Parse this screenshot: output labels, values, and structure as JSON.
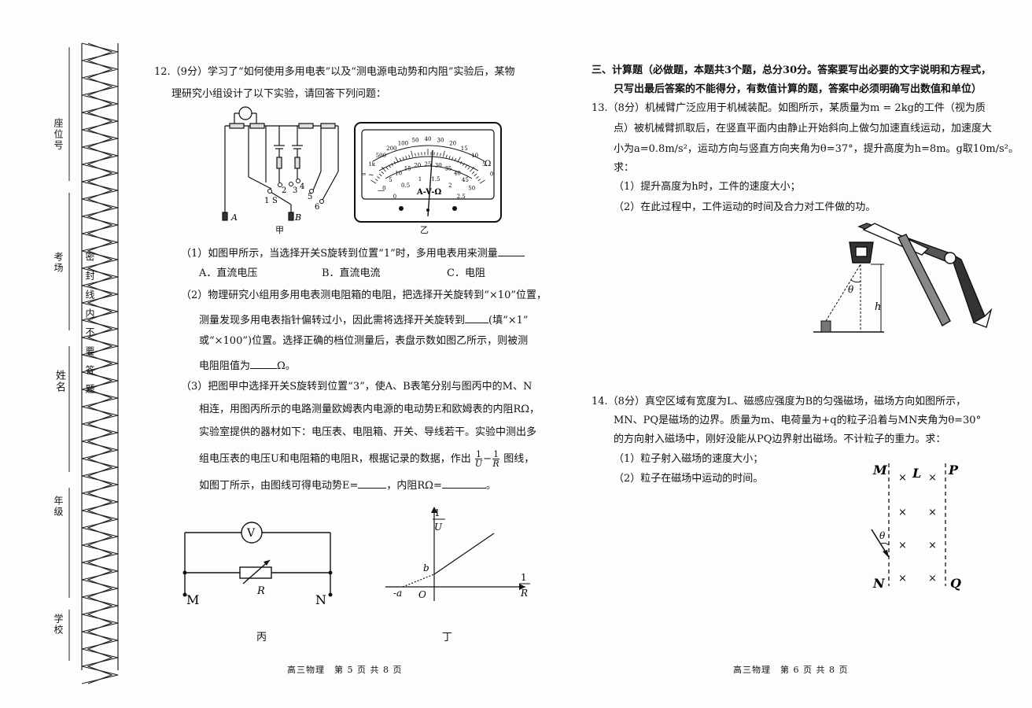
{
  "binding": {
    "seat": "座位号",
    "room": "考场",
    "name": "姓名",
    "grade": "年级",
    "school": "学校",
    "warning": "密封线内不要答题"
  },
  "q12": {
    "line1": "12.（9分）学习了“如何使用多用电表”以及“测电源电动势和内阻”实验后，某物",
    "line2": "理研究小组设计了以下实验，请回答下列问题：",
    "fig_jia": "甲",
    "fig_yi": "乙",
    "jia_labels": {
      "A": "A",
      "B": "B",
      "s1": "1",
      "S": "S",
      "p2": "2",
      "p3": "3",
      "p4": "4",
      "p5": "5",
      "p6": "6"
    },
    "dial_scale_top": [
      "∞",
      "1k",
      "500",
      "200",
      "100",
      "50",
      "40",
      "30",
      "20",
      "15",
      "10",
      "5",
      "0"
    ],
    "dial_label": "A-V-Ω",
    "dial_ohm": "Ω",
    "dial_scale_mid": [
      "0",
      "5",
      "10",
      "15",
      "20",
      "25",
      "30",
      "35",
      "40",
      "45",
      "50"
    ],
    "dial_scale_low": [
      "0",
      "0.5",
      "1",
      "1.5",
      "2",
      "2.5"
    ],
    "dial_tilde": "~",
    "dial_minus": "—",
    "p1": "（1）如图甲所示，当选择开关S旋转到位置“1”时，多用电表用来测量",
    "p1_opts": [
      "A．直流电压",
      "B．直流电流",
      "C．电阻"
    ],
    "p2_l1": "（2）物理研究小组用多用电表测电阻箱的电阻，把选择开关旋转到“×10”位置，",
    "p2_l2a": "测量发现多用电表指针偏转过小，因此需将选择开关旋转到",
    "p2_l2b": "(填“×1”",
    "p2_l3": "或“×100”)位置。选择正确的档位测量后，表盘示数如图乙所示，则被测",
    "p2_l4a": "电阻阻值为",
    "p2_l4b": "Ω。",
    "p3_l1": "（3）把图甲中选择开关S旋转到位置“3”，使A、B表笔分别与图丙中的M、N",
    "p3_l2": "相连，用图丙所示的电路测量欧姆表内电源的电动势E和欧姆表的内阻RΩ，",
    "p3_l3": "实验室提供的器材如下：电压表、电阻箱、开关、导线若干。实验中测出多",
    "p3_l4a": "组电压表的电压U和电阻箱的电阻R，根据记录的数据，作出",
    "p3_l4b": "图线，",
    "p3_l5a": "如图丁所示，由图线可得电动势E=",
    "p3_l5b": "，内阻RΩ=",
    "p3_l5c": "。",
    "frac_1": "1",
    "frac_U": "U",
    "frac_R": "R",
    "frac_minus": "−",
    "circuit_V": "V",
    "circuit_R": "R",
    "circuit_M": "M",
    "circuit_N": "N",
    "fig_bing": "丙",
    "graph_b": "b",
    "graph_a": "-a",
    "graph_O": "O",
    "fig_ding": "丁"
  },
  "section3": {
    "l1": "三、计算题（必做题，本题共3个题，总分30分。答案要写出必要的文字说明和方程式，",
    "l2": "只写出最后答案的不能得分，有数值计算的题，答案中必须明确写出数值和单位）"
  },
  "q13": {
    "l1": "13.（8分）机械臂广泛应用于机械装配。如图所示，某质量为m = 2kg的工件（视为质",
    "l2": "点）被机械臂抓取后，在竖直平面内由静止开始斜向上做匀加速直线运动，加速度大",
    "l3": "小为a=0.8m/s²，运动方向与竖直方向夹角为θ=37°，提升高度为h=8m。g取10m/s²。",
    "l4": "求：",
    "s1": "（1）提升高度为h时，工件的速度大小；",
    "s2": "（2）在此过程中，工件运动的时间及合力对工件做的功。",
    "theta": "θ",
    "h": "h"
  },
  "q14": {
    "l1": "14.（8分）真空区域有宽度为L、磁感应强度为B的匀强磁场，磁场方向如图所示，",
    "l2": "MN、PQ是磁场的边界。质量为m、电荷量为+q的粒子沿着与MN夹角为θ=30°",
    "l3": "的方向射入磁场中，刚好没能从PQ边界射出磁场。不计粒子的重力。求：",
    "s1": "（1）粒子射入磁场的速度大小；",
    "s2": "（2）粒子在磁场中运动的时间。",
    "M": "M",
    "L": "L",
    "P": "P",
    "N": "N",
    "Q": "Q",
    "theta": "θ",
    "cross": "×"
  },
  "footer": {
    "left": "高三物理　第 5 页 共 8 页",
    "right": "高三物理　第 6 页 共 8 页"
  }
}
